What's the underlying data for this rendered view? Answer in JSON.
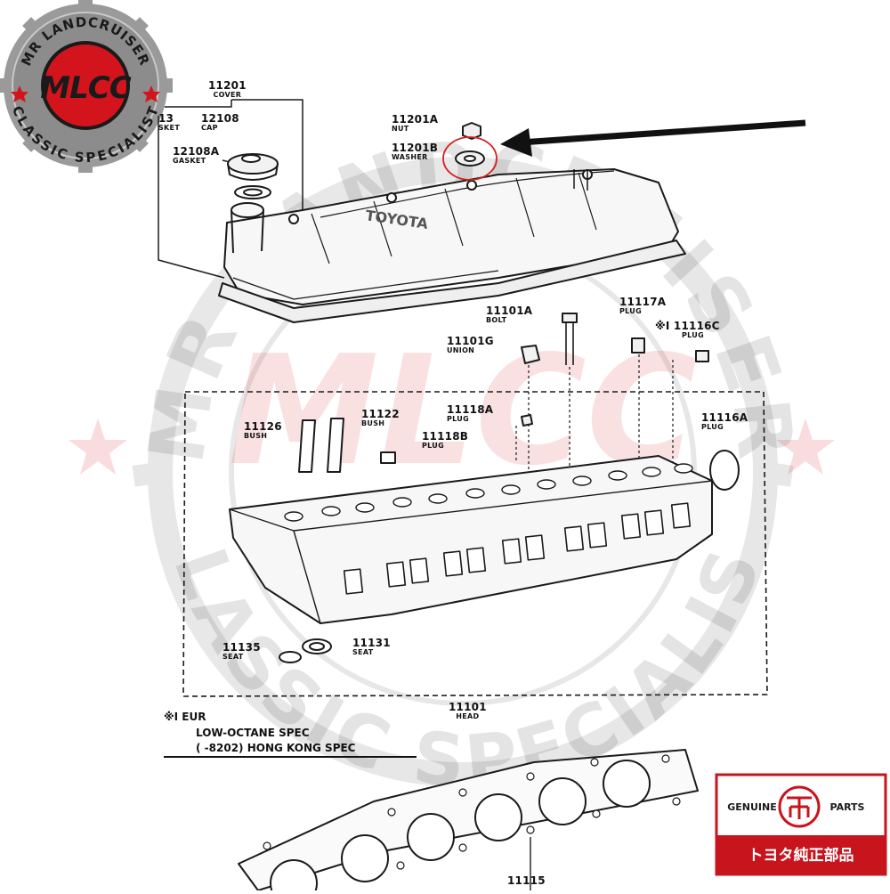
{
  "watermark": {
    "top_text": "MR LANDCRUISER",
    "bottom_text": "CLASSIC SPECIALIST",
    "logo_text": "MLCC"
  },
  "logo": {
    "top_text": "MR LANDCRUISER",
    "bottom_text": "CLASSIC SPECIALIST",
    "mark_text": "MLCC",
    "ring_color": "#9a9a9a",
    "center_color": "#d4141c"
  },
  "genuine_badge": {
    "left_text": "GENUINE",
    "right_text": "PARTS",
    "bottom_text": "トヨタ純正部品",
    "color": "#c8141c"
  },
  "parts": [
    {
      "id": "11201",
      "number": "11201",
      "name": "COVER"
    },
    {
      "id": "12108",
      "number": "12108",
      "name": "CAP"
    },
    {
      "id": "12108A",
      "number": "12108A",
      "name": "GASKET"
    },
    {
      "id": "11213",
      "number": "13",
      "name": "SKET"
    },
    {
      "id": "11201A",
      "number": "11201A",
      "name": "NUT"
    },
    {
      "id": "11201B",
      "number": "11201B",
      "name": "WASHER"
    },
    {
      "id": "11101A",
      "number": "11101A",
      "name": "BOLT"
    },
    {
      "id": "11117A",
      "number": "11117A",
      "name": "PLUG"
    },
    {
      "id": "11116C",
      "number": "11116C",
      "name": "PLUG"
    },
    {
      "id": "11101G",
      "number": "11101G",
      "name": "UNION"
    },
    {
      "id": "11118A",
      "number": "11118A",
      "name": "PLUG"
    },
    {
      "id": "11126",
      "number": "11126",
      "name": "BUSH"
    },
    {
      "id": "11122",
      "number": "11122",
      "name": "BUSH"
    },
    {
      "id": "11118B",
      "number": "11118B",
      "name": "PLUG"
    },
    {
      "id": "11116A",
      "number": "11116A",
      "name": "PLUG"
    },
    {
      "id": "11135",
      "number": "11135",
      "name": "SEAT"
    },
    {
      "id": "11131",
      "number": "11131",
      "name": "SEAT"
    },
    {
      "id": "11101",
      "number": "11101",
      "name": "HEAD"
    },
    {
      "id": "11115",
      "number": "11115",
      "name": ""
    }
  ],
  "note_marker": "※Ⅰ",
  "notes": {
    "line1": "※Ⅰ EUR",
    "line2": "LOW-OCTANE SPEC",
    "line3": "(        -8202) HONG KONG SPEC"
  },
  "cover_brand": "TOYOTA",
  "highlight_color": "#d42020"
}
